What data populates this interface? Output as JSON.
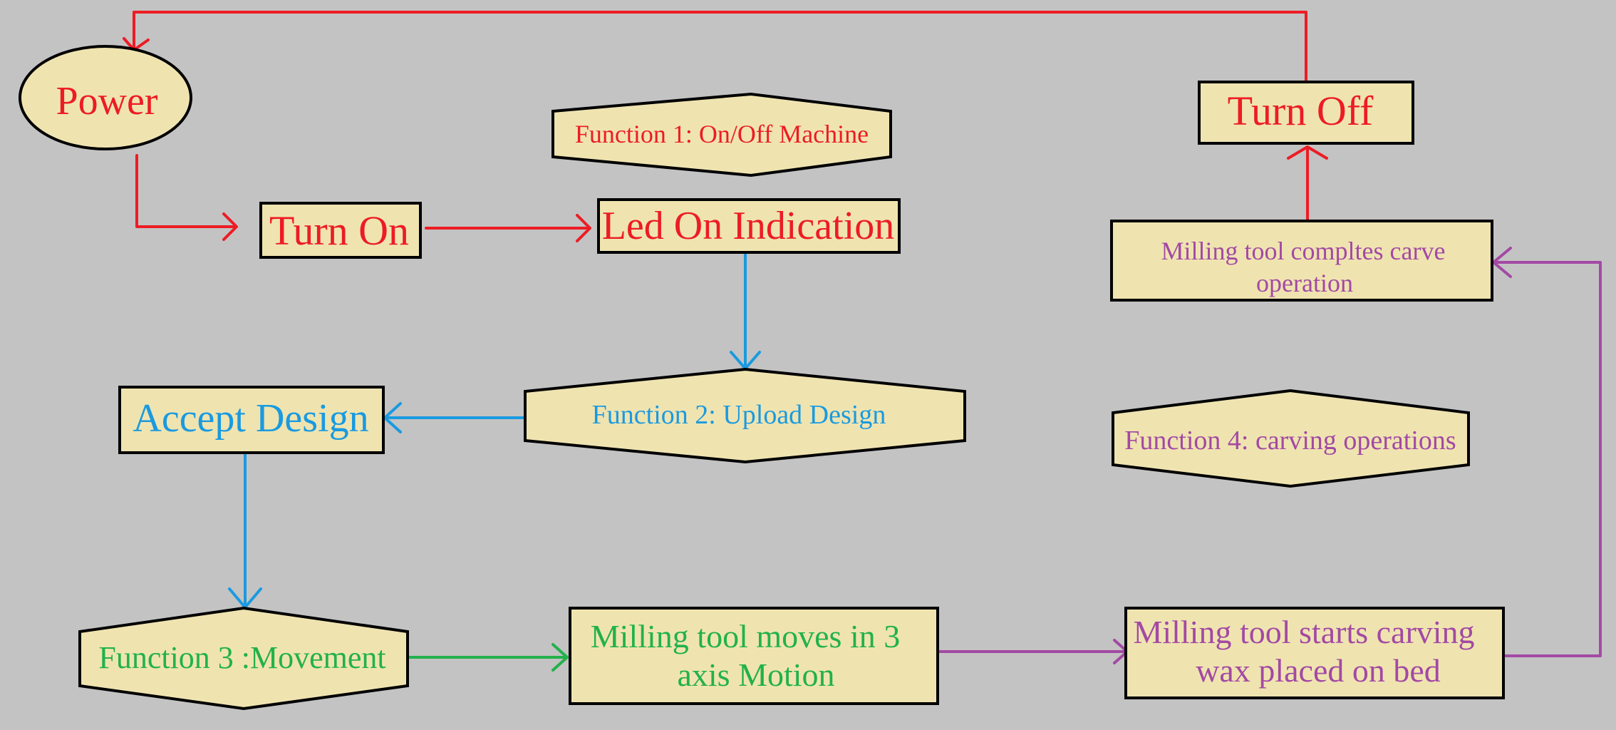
{
  "colors": {
    "background": "#c3c3c3",
    "box_fill": "#efe4b0",
    "outline": "#000000",
    "red": "#ed1c24",
    "blue": "#1a9ae0",
    "green": "#22b14c",
    "purple": "#a349a4"
  },
  "nodes": {
    "power": "Power",
    "function1": "Function 1: On/Off Machine",
    "turn_on": "Turn On",
    "led_on": "Led On Indication",
    "turn_off": "Turn Off",
    "complete": {
      "line1": "Milling tool compltes carve",
      "line2": "operation"
    },
    "function2": "Function 2: Upload Design",
    "accept_design": "Accept Design",
    "function4": "Function 4: carving operations",
    "function3": "Function 3 :Movement",
    "moves": {
      "line1": "Milling tool moves in 3",
      "line2": "axis Motion"
    },
    "starts": {
      "line1": "Milling tool starts carving",
      "line2": "wax placed on bed"
    }
  }
}
